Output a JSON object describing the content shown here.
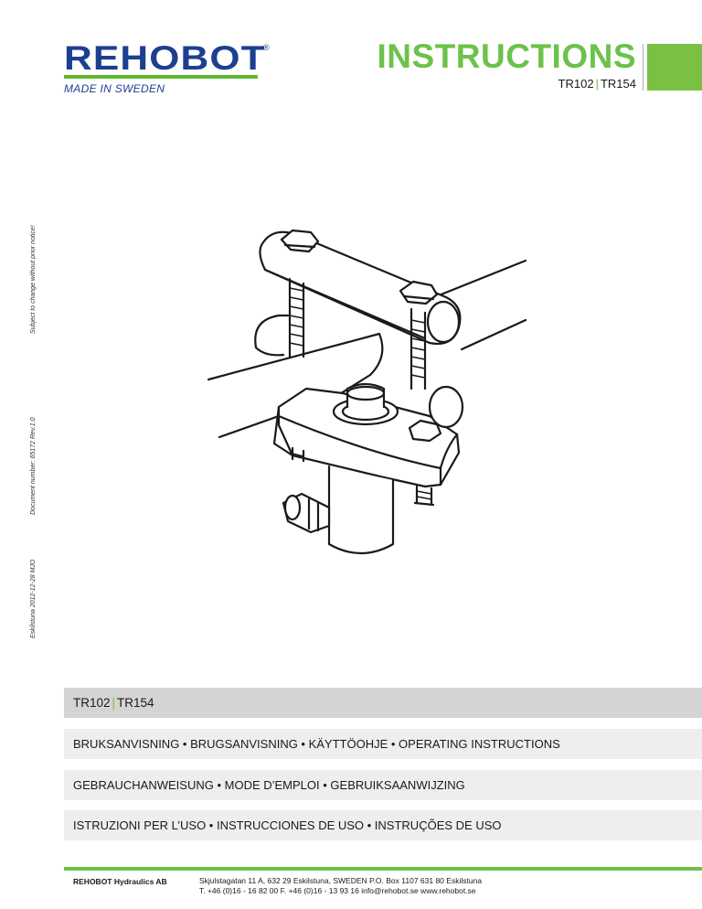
{
  "brand": {
    "name": "REHOBOT",
    "reg": "®",
    "tagline": "MADE IN SWEDEN"
  },
  "header": {
    "title": "INSTRUCTIONS",
    "model_a": "TR102",
    "separator": "|",
    "model_b": "TR154"
  },
  "side_notes": {
    "date": "Eskilstuna 2012-12-28 MJO",
    "doc": "Document number: 65172 Rev.1.0",
    "notice": "Subject to change without prior notice!"
  },
  "bands": {
    "models_a": "TR102",
    "models_sep": "|",
    "models_b": "TR154",
    "line1": "BRUKSANVISNING • BRUGSANVISNING • KÄYTTÖOHJE • OPERATING INSTRUCTIONS",
    "line2": "GEBRAUCHANWEISUNG • MODE D’EMPLOI • GEBRUIKSAANWIJZING",
    "line3": "ISTRUZIONI PER L’USO • INSTRUCCIONES DE USO • INSTRUÇÕES DE USO"
  },
  "footer": {
    "company": "REHOBOT Hydraulics AB",
    "address_line1": "Skjulstagatan 11 A, 632 29 Eskilstuna, SWEDEN P.O. Box 1107 631 80 Eskilstuna",
    "address_line2": "T. +46 (0)16 - 16 82 00 F. +46 (0)16 - 13 93 16  info@rehobot.se    www.rehobot.se"
  },
  "colors": {
    "brand_blue": "#1d3f8f",
    "accent_green": "#6cc24a",
    "band_dark": "#d4d4d4",
    "band_light": "#eeeeee"
  }
}
